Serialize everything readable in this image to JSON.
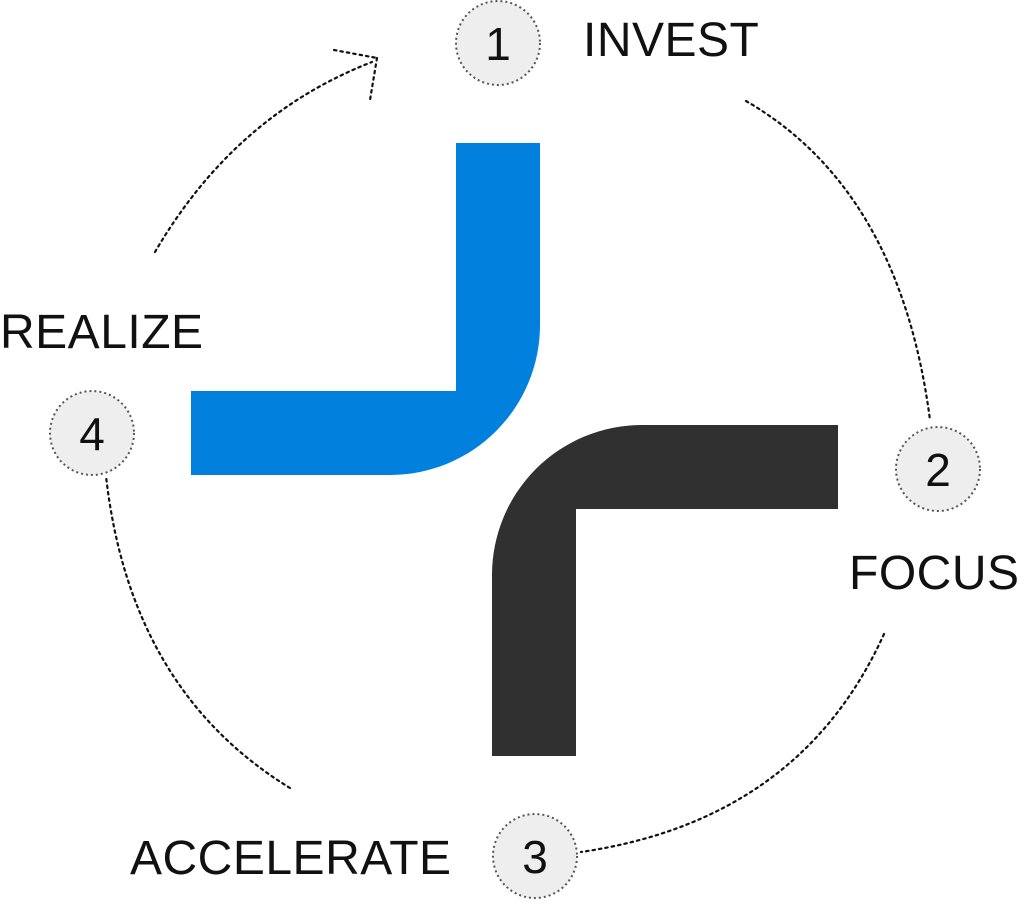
{
  "steps": [
    {
      "number": "1",
      "label": "INVEST"
    },
    {
      "number": "2",
      "label": "FOCUS"
    },
    {
      "number": "3",
      "label": "ACCELERATE"
    },
    {
      "number": "4",
      "label": "REALIZE"
    }
  ],
  "colors": {
    "blue_shape": "#0180DE",
    "dark_shape": "#303030",
    "badge_fill": "#EEEEEE",
    "text": "#111111"
  }
}
